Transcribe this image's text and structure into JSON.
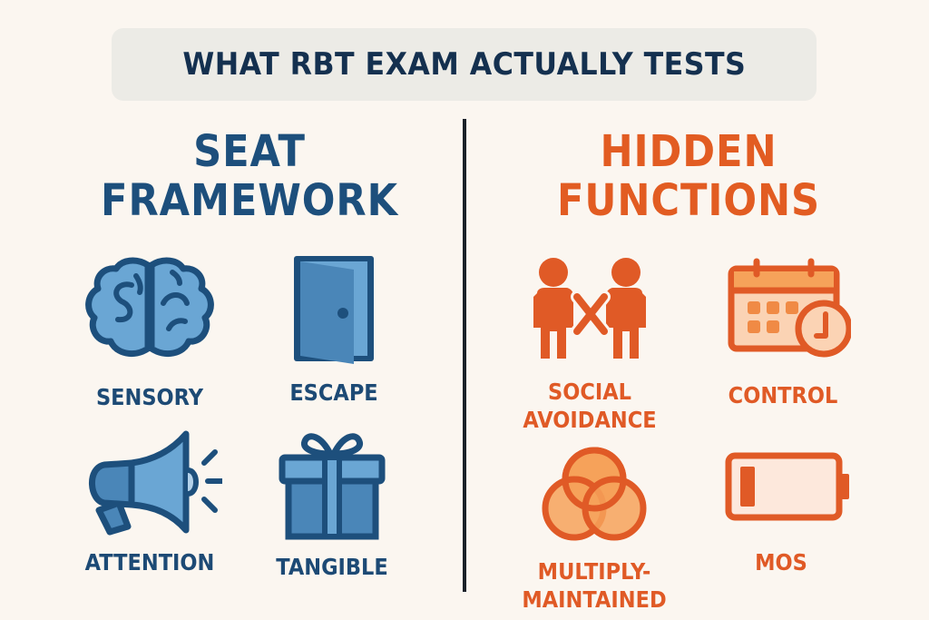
{
  "title": "WHAT RBT EXAM ACTUALLY TESTS",
  "colors": {
    "background": "#fbf6f0",
    "title_box": "#ecebe6",
    "title_text": "#14304f",
    "blue_dark": "#1d4f7c",
    "blue_mid": "#4a86b8",
    "blue_light": "#6aa6d4",
    "orange_dark": "#e05a26",
    "orange_mid": "#f08a45",
    "orange_light": "#fbd3b4",
    "divider": "#1a2129"
  },
  "left": {
    "heading_line1": "SEAT",
    "heading_line2": "FRAMEWORK",
    "items": [
      {
        "label": "SENSORY",
        "icon": "brain-icon"
      },
      {
        "label": "ESCAPE",
        "icon": "door-icon"
      },
      {
        "label": "ATTENTION",
        "icon": "megaphone-icon"
      },
      {
        "label": "TANGIBLE",
        "icon": "gift-icon"
      }
    ]
  },
  "right": {
    "heading_line1": "HIDDEN",
    "heading_line2": "FUNCTIONS",
    "items": [
      {
        "label_line1": "SOCIAL",
        "label_line2": "AVOIDANCE",
        "icon": "people-x-icon"
      },
      {
        "label_line1": "CONTROL",
        "icon": "calendar-clock-icon"
      },
      {
        "label_line1": "MULTIPLY-",
        "label_line2": "MAINTAINED",
        "icon": "venn-circles-icon"
      },
      {
        "label_line1": "MOS",
        "icon": "low-battery-icon"
      }
    ]
  }
}
